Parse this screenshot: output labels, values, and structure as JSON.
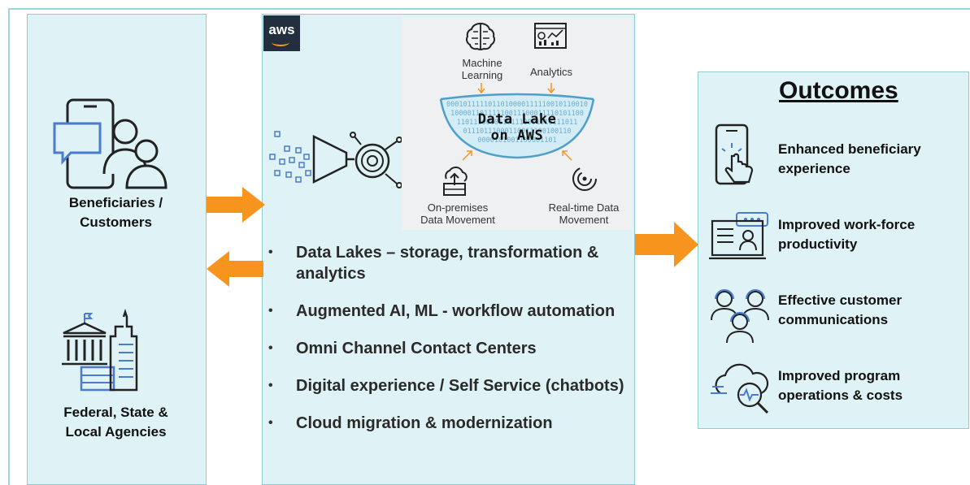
{
  "left": {
    "beneficiaries_label_1": "Beneficiaries /",
    "beneficiaries_label_2": "Customers",
    "agencies_label_1": "Federal, State &",
    "agencies_label_2": "Local Agencies"
  },
  "aws": {
    "logo_text": "aws",
    "data_lake_title_1": "Data Lake",
    "data_lake_title_2": "on AWS",
    "ml_label_1": "Machine",
    "ml_label_2": "Learning",
    "analytics_label": "Analytics",
    "onprem_label_1": "On-premises",
    "onprem_label_2": "Data Movement",
    "realtime_label_1": "Real-time Data",
    "realtime_label_2": "Movement",
    "binary_rows": [
      "0001011111011010000111110010110010",
      "10000110111110011100011110101100",
      "11011100001101110001010111011",
      "01110111000110011100100110",
      "0000101001100001101"
    ]
  },
  "services": [
    "Data Lakes – storage, transformation & analytics",
    "Augmented AI, ML - workflow automation",
    "Omni Channel Contact Centers",
    "Digital experience / Self Service (chatbots)",
    "Cloud migration & modernization"
  ],
  "outcomes": {
    "title": "Outcomes",
    "items": [
      {
        "line1": "Enhanced beneficiary",
        "line2": "experience",
        "icon": "touch-phone-icon"
      },
      {
        "line1": "Improved work-force",
        "line2": "productivity",
        "icon": "workstation-icon"
      },
      {
        "line1": "Effective customer",
        "line2": "communications",
        "icon": "headset-agents-icon"
      },
      {
        "line1": "Improved program",
        "line2": "operations & costs",
        "icon": "cloud-monitor-icon"
      }
    ]
  },
  "colors": {
    "panel_fill": "#dff2f5",
    "panel_border": "#8fcbd3",
    "arrow": "#f7941d",
    "aws_dark": "#232f3e",
    "icon_blue": "#4a7bd0"
  }
}
